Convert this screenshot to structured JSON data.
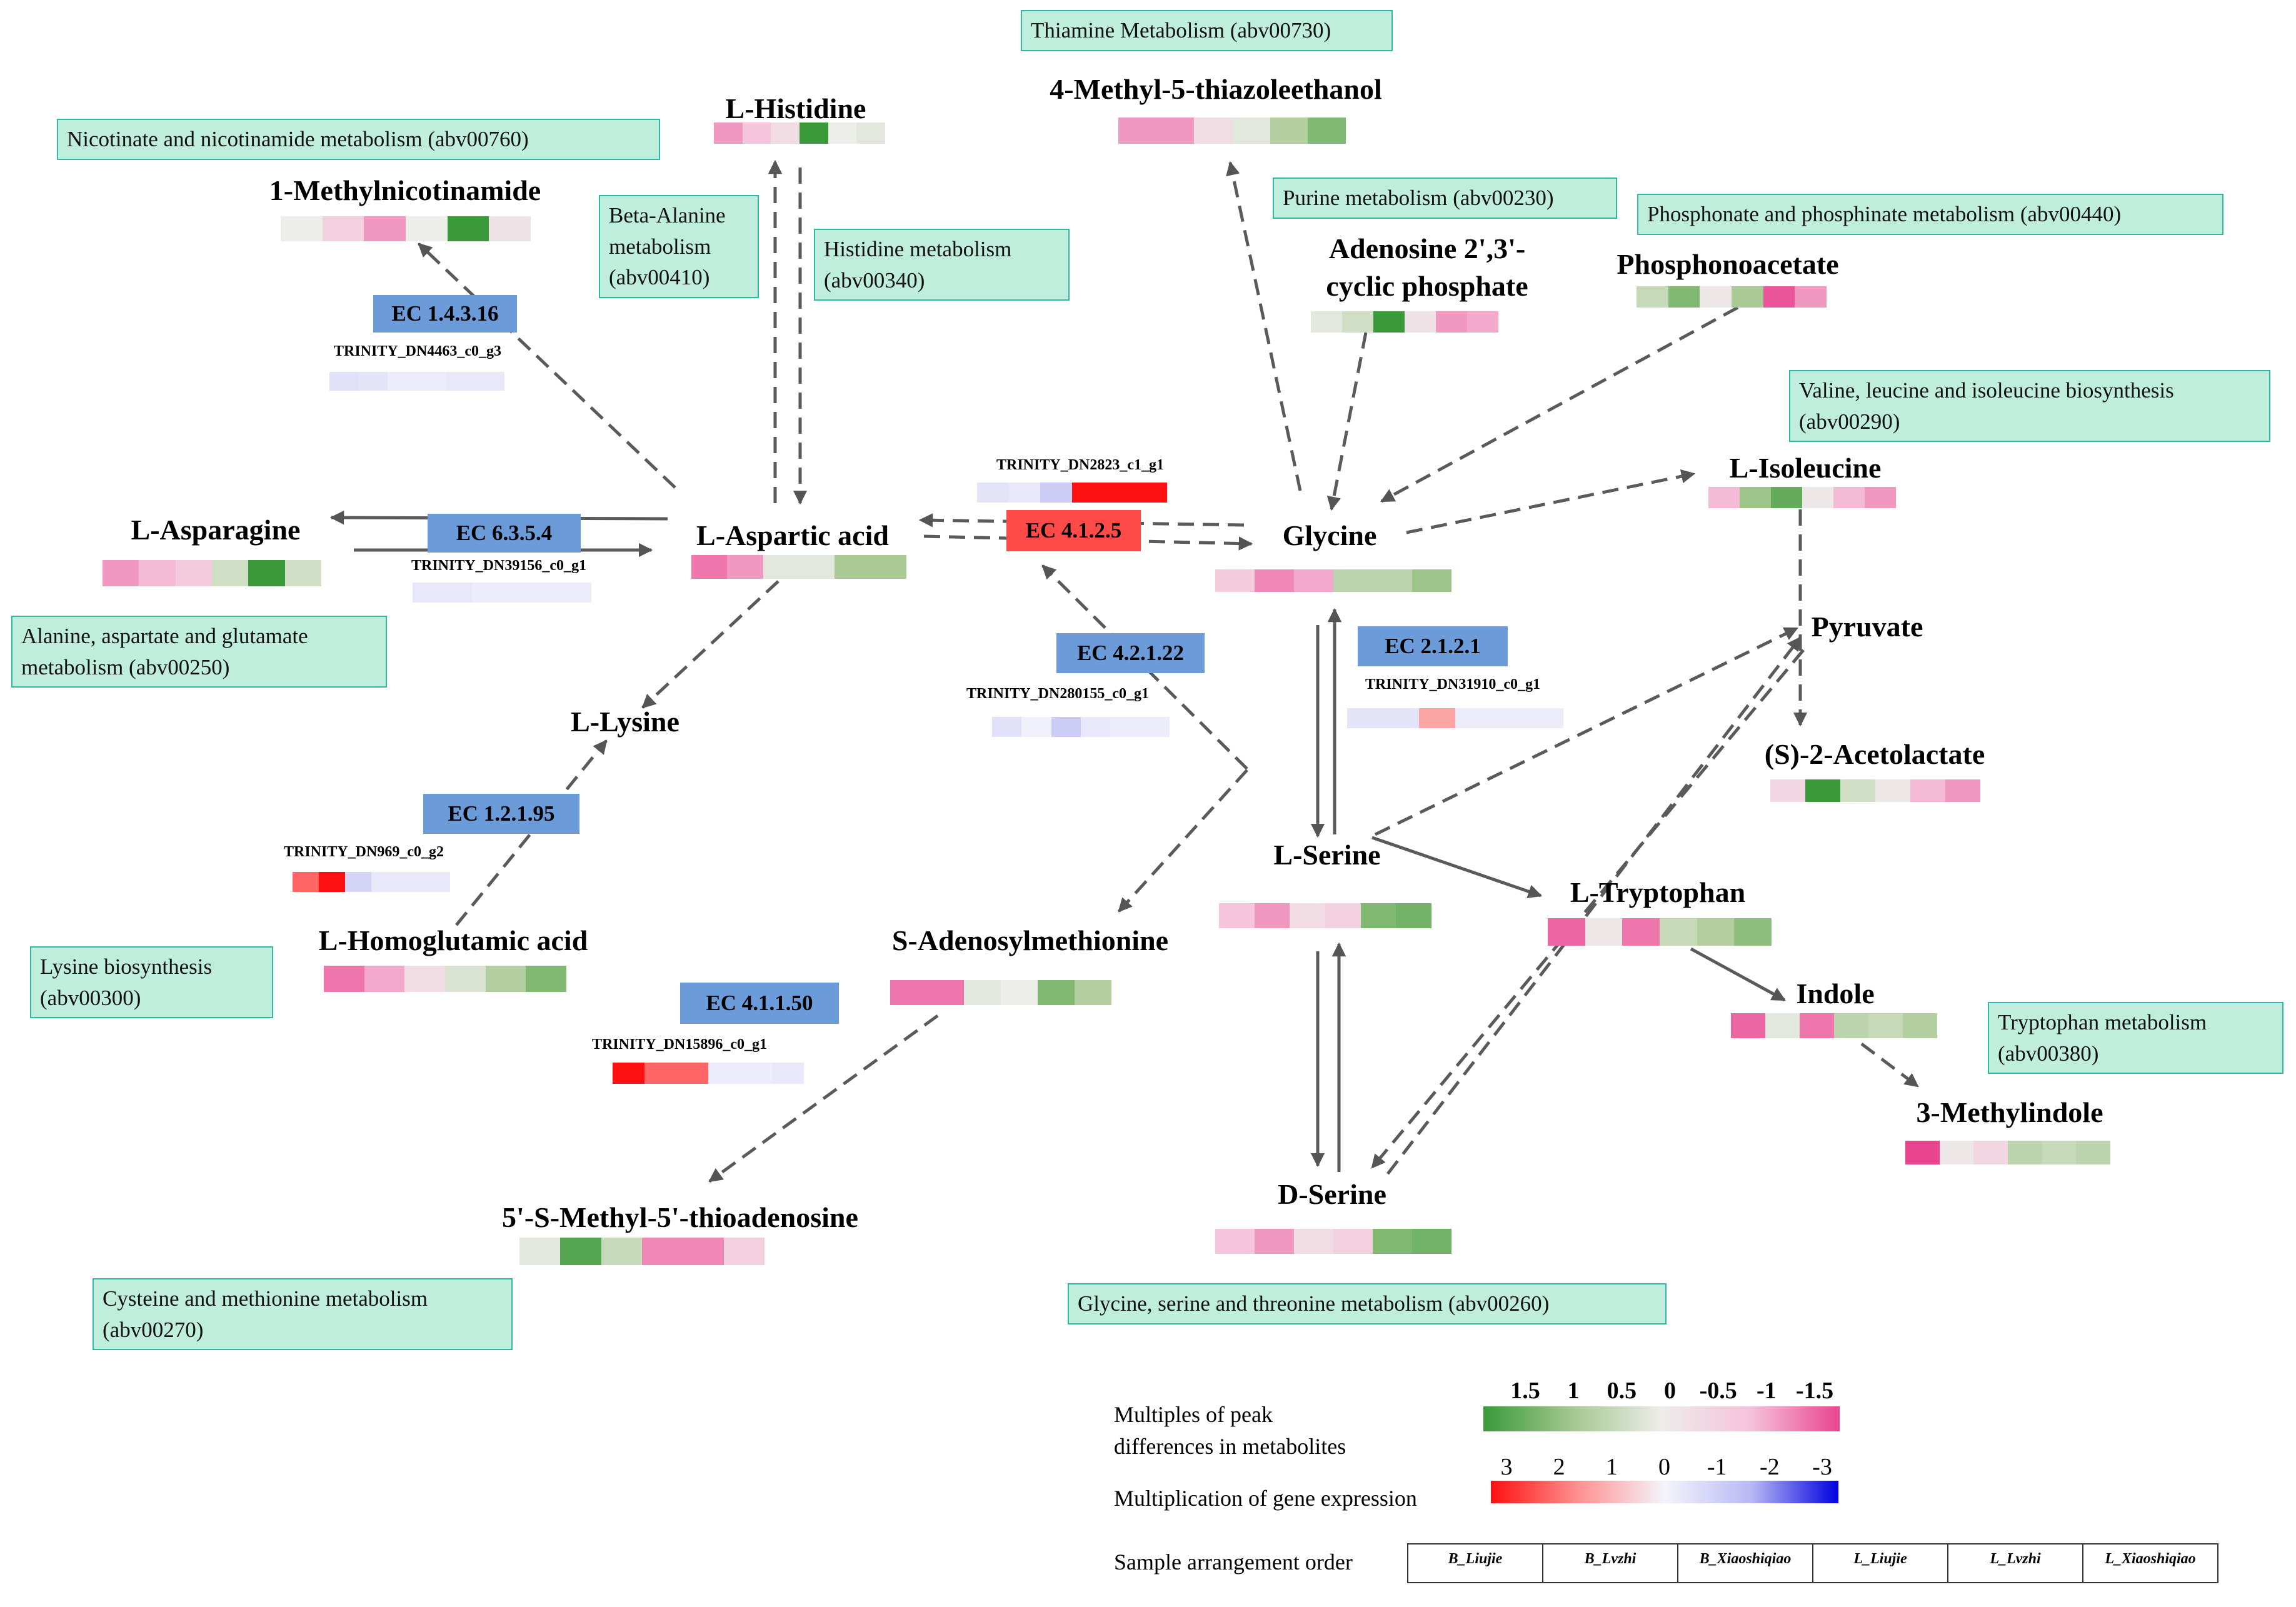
{
  "colors": {
    "metab_scale": [
      "#3a9a3a",
      "#a4c88f",
      "#ededea",
      "#f6c2da",
      "#e8448f"
    ],
    "gene_scale": [
      "#ff1010",
      "#ff9090",
      "#f4f4fb",
      "#b8b8f4",
      "#0000e0"
    ],
    "pathway_fill": "#bfeedd",
    "pathway_border": "#2fb9a5",
    "ec_fill": "#6b9bd8",
    "ec_active_fill": "#ff4a4a"
  },
  "pathways": [
    {
      "id": "thiamine",
      "lines": [
        "Thiamine Metabolism (abv00730)"
      ]
    },
    {
      "id": "nicotinate",
      "lines": [
        "Nicotinate and nicotinamide metabolism (abv00760)"
      ]
    },
    {
      "id": "beta-alanine",
      "lines": [
        "Beta-Alanine",
        "metabolism",
        "(abv00410)"
      ]
    },
    {
      "id": "histidine",
      "lines": [
        "Histidine metabolism",
        "(abv00340)"
      ]
    },
    {
      "id": "purine",
      "lines": [
        "Purine metabolism (abv00230)"
      ]
    },
    {
      "id": "phosphonate",
      "lines": [
        "Phosphonate and phosphinate metabolism (abv00440)"
      ]
    },
    {
      "id": "valine",
      "lines": [
        "Valine, leucine and isoleucine biosynthesis",
        "(abv00290)"
      ]
    },
    {
      "id": "alanine",
      "lines": [
        "Alanine, aspartate and glutamate",
        "metabolism (abv00250)"
      ]
    },
    {
      "id": "lysine",
      "lines": [
        "Lysine biosynthesis",
        "(abv00300)"
      ]
    },
    {
      "id": "tryptophan",
      "lines": [
        "Tryptophan metabolism",
        "(abv00380)"
      ]
    },
    {
      "id": "cysteine",
      "lines": [
        "Cysteine and methionine metabolism",
        "(abv00270)"
      ]
    },
    {
      "id": "glycine",
      "lines": [
        "Glycine, serine and threonine metabolism (abv00260)"
      ]
    }
  ],
  "metabolites": [
    {
      "id": "l-histidine",
      "name": "L-Histidine",
      "values": [
        -1,
        -0.7,
        -0.3,
        1.5,
        0,
        0.1
      ]
    },
    {
      "id": "thiazoleethanol",
      "name": "4-Methyl-5-thiazoleethanol",
      "values": [
        -1,
        -1,
        -0.3,
        0.1,
        0.6,
        1
      ]
    },
    {
      "id": "methylnicotinamide",
      "name": "1-Methylnicotinamide",
      "values": [
        0,
        -0.5,
        -1,
        0,
        1.5,
        -0.2
      ]
    },
    {
      "id": "adenosine-cp",
      "name": [
        "Adenosine 2',3'-",
        "cyclic phosphate"
      ],
      "values": [
        0.1,
        0.3,
        1.5,
        -0.2,
        -1,
        -0.9
      ]
    },
    {
      "id": "phosphonoacetate",
      "name": "Phosphonoacetate",
      "values": [
        0.4,
        1,
        -0.1,
        0.7,
        -1.4,
        -1
      ]
    },
    {
      "id": "l-isoleucine",
      "name": "L-Isoleucine",
      "values": [
        -0.8,
        0.8,
        1.2,
        -0.1,
        -0.8,
        -1
      ]
    },
    {
      "id": "l-asparagine",
      "name": "L-Asparagine",
      "values": [
        -1,
        -0.8,
        -0.6,
        0.3,
        1.5,
        0.3
      ]
    },
    {
      "id": "l-aspartic-acid",
      "name": "L-Aspartic acid",
      "values": [
        -1.2,
        -1,
        0.1,
        0.1,
        0.7,
        0.7
      ]
    },
    {
      "id": "glycine",
      "name": "Glycine",
      "values": [
        -0.6,
        -1.1,
        -0.9,
        0.5,
        0.5,
        0.8
      ]
    },
    {
      "id": "pyruvate",
      "name": "Pyruvate",
      "values": []
    },
    {
      "id": "acetolactate",
      "name": "(S)-2-Acetolactate",
      "values": [
        -0.4,
        1.5,
        0.3,
        -0.1,
        -0.8,
        -1
      ]
    },
    {
      "id": "l-lysine",
      "name": "L-Lysine",
      "values": []
    },
    {
      "id": "l-serine",
      "name": "L-Serine",
      "values": [
        -0.7,
        -1,
        -0.3,
        -0.5,
        1,
        1.1
      ]
    },
    {
      "id": "l-tryptophan",
      "name": "L-Tryptophan",
      "values": [
        -1.3,
        -0.1,
        -1.2,
        0.4,
        0.6,
        0.9
      ]
    },
    {
      "id": "l-homoglutamic",
      "name": "L-Homoglutamic acid",
      "values": [
        -1.2,
        -0.9,
        -0.3,
        0.2,
        0.6,
        1
      ]
    },
    {
      "id": "sam",
      "name": "S-Adenosylmethionine",
      "values": [
        -1.2,
        -1.2,
        0.1,
        0,
        1,
        0.6
      ]
    },
    {
      "id": "indole",
      "name": "Indole",
      "values": [
        -1.3,
        0.1,
        -1.2,
        0.5,
        0.4,
        0.6
      ]
    },
    {
      "id": "methylindole",
      "name": "3-Methylindole",
      "values": [
        -1.5,
        -0.1,
        -0.4,
        0.5,
        0.4,
        0.5
      ]
    },
    {
      "id": "mta",
      "name": "5'-S-Methyl-5'-thioadenosine",
      "values": [
        0.1,
        1.3,
        0.4,
        -1.1,
        -1.1,
        -0.5
      ]
    },
    {
      "id": "d-serine",
      "name": "D-Serine",
      "values": [
        -0.7,
        -1,
        -0.3,
        -0.5,
        1,
        1.1
      ]
    }
  ],
  "enzymes": [
    {
      "id": "ec-1-4-3-16",
      "ec": "EC 1.4.3.16",
      "gene": "TRINITY_DN4463_c0_g3",
      "values": [
        -0.5,
        -0.4,
        -0.2,
        -0.2,
        -0.3,
        -0.3
      ]
    },
    {
      "id": "ec-6-3-5-4",
      "ec": "EC 6.3.5.4",
      "gene": "TRINITY_DN39156_c0_g1",
      "values": [
        -0.3,
        -0.3,
        -0.2,
        -0.2,
        -0.2,
        -0.2
      ]
    },
    {
      "id": "ec-4-1-2-5",
      "ec": "EC 4.1.2.5",
      "gene": "TRINITY_DN2823_c1_g1",
      "values": [
        -0.4,
        -0.3,
        -1,
        3,
        3,
        3
      ]
    },
    {
      "id": "ec-4-2-1-22",
      "ec": "EC 4.2.1.22",
      "gene": "TRINITY_DN280155_c0_g1",
      "values": [
        -0.5,
        -0.1,
        -1,
        -0.3,
        -0.2,
        -0.2
      ]
    },
    {
      "id": "ec-2-1-2-1",
      "ec": "EC 2.1.2.1",
      "gene": "TRINITY_DN31910_c0_g1",
      "values": [
        -0.4,
        -0.4,
        1.2,
        -0.2,
        -0.2,
        -0.2
      ]
    },
    {
      "id": "ec-1-2-1-95",
      "ec": "EC 1.2.1.95",
      "gene": "TRINITY_DN969_c0_g2",
      "values": [
        2,
        3,
        -0.8,
        -0.3,
        -0.3,
        -0.3
      ]
    },
    {
      "id": "ec-4-1-1-50",
      "ec": "EC 4.1.1.50",
      "gene": "TRINITY_DN15896_c0_g1",
      "values": [
        3,
        2,
        2,
        -0.2,
        -0.2,
        -0.3
      ]
    }
  ],
  "legend": {
    "metab_title": [
      "Multiples of peak",
      "differences in metabolites"
    ],
    "metab_ticks": [
      "1.5",
      "1",
      "0.5",
      "0",
      "-0.5",
      "-1",
      "-1.5"
    ],
    "gene_title": "Multiplication of gene expression",
    "gene_ticks": [
      "3",
      "2",
      "1",
      "0",
      "-1",
      "-2",
      "-3"
    ],
    "order_title": "Sample arrangement order",
    "samples": [
      "B_Liujie",
      "B_Lvzhi",
      "B_Xiaoshiqiao",
      "L_Liujie",
      "L_Lvzhi",
      "L_Xiaoshiqiao"
    ]
  }
}
